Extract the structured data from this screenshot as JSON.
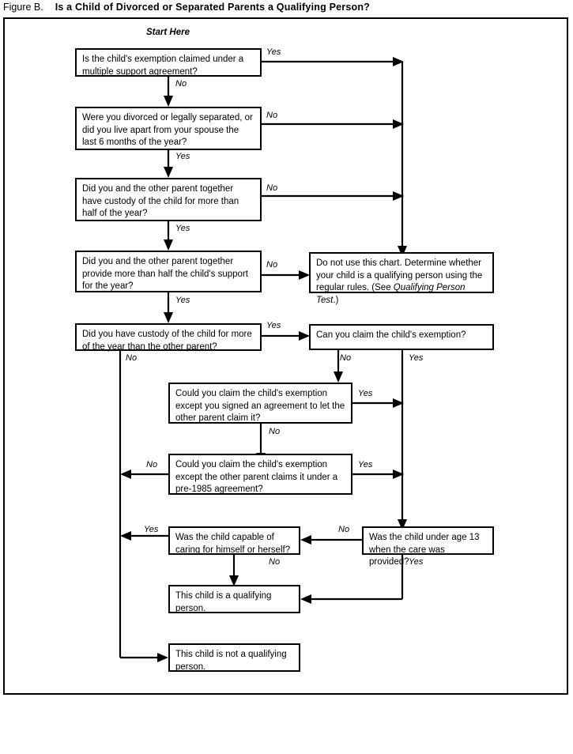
{
  "figure": {
    "label": "Figure B.",
    "headline": "Is a Child of Divorced or Separated Parents a Qualifying Person?",
    "start_label": "Start Here"
  },
  "nodes": {
    "n1": {
      "text": "Is the child's exemption claimed under a multiple support agreement?"
    },
    "n2": {
      "text": "Were you divorced or legally separated, or did you live apart from your spouse the last 6 months of the year?"
    },
    "n3": {
      "text": "Did you and the other parent together have custody of the child for more than half of the year?"
    },
    "n4": {
      "text": "Did you and the other parent together provide more than half the child's support for the year?"
    },
    "n5": {
      "text": "Did you have custody of the child for more of the year than the other parent?"
    },
    "n6": {
      "text_part1": "Do not use this chart. Determine whether your child is a qualifying person using the regular rules. (See ",
      "text_italic": "Qualifying Person Test",
      "text_part2": ".)"
    },
    "n7": {
      "text": "Can you claim the child's exemption?"
    },
    "n8": {
      "text": "Could you claim the child's exemption except you signed an agreement to let the other parent claim it?"
    },
    "n9": {
      "text": "Could you claim the child's exemption except the other parent claims it under a pre-1985 agreement?"
    },
    "n10": {
      "text": "Was the child under age 13 when the care was provided?"
    },
    "n11": {
      "text": "Was the child capable of caring for himself or herself?"
    },
    "n12": {
      "text": "This child is a qualifying person."
    },
    "n13": {
      "text": "This child is not a qualifying person."
    }
  },
  "edge_labels": {
    "e1_yes": "Yes",
    "e1_no": "No",
    "e2_no": "No",
    "e2_yes": "Yes",
    "e3_no": "No",
    "e3_yes": "Yes",
    "e4_no": "No",
    "e4_yes": "Yes",
    "e5_yes": "Yes",
    "e5_no": "No",
    "e7_no": "No",
    "e7_yes": "Yes",
    "e8_yes": "Yes",
    "e8_no": "No",
    "e9_no": "No",
    "e9_yes": "Yes",
    "e10_no": "No",
    "e10_yes": "Yes",
    "e11_yes": "Yes",
    "e11_no": "No"
  },
  "chart_data": {
    "type": "diagram",
    "title": "Figure B. Is a Child of Divorced or Separated Parents a Qualifying Person?",
    "flow": [
      {
        "id": "n1",
        "kind": "decision",
        "text": "Is the child's exemption claimed under a multiple support agreement?",
        "branches": [
          {
            "label": "Yes",
            "to": "n6"
          },
          {
            "label": "No",
            "to": "n2"
          }
        ]
      },
      {
        "id": "n2",
        "kind": "decision",
        "text": "Were you divorced or legally separated, or did you live apart from your spouse the last 6 months of the year?",
        "branches": [
          {
            "label": "No",
            "to": "n6"
          },
          {
            "label": "Yes",
            "to": "n3"
          }
        ]
      },
      {
        "id": "n3",
        "kind": "decision",
        "text": "Did you and the other parent together have custody of the child for more than half of the year?",
        "branches": [
          {
            "label": "No",
            "to": "n6"
          },
          {
            "label": "Yes",
            "to": "n4"
          }
        ]
      },
      {
        "id": "n4",
        "kind": "decision",
        "text": "Did you and the other parent together provide more than half the child's support for the year?",
        "branches": [
          {
            "label": "No",
            "to": "n6"
          },
          {
            "label": "Yes",
            "to": "n5"
          }
        ]
      },
      {
        "id": "n5",
        "kind": "decision",
        "text": "Did you have custody of the child for more of the year than the other parent?",
        "branches": [
          {
            "label": "Yes",
            "to": "n7"
          },
          {
            "label": "No",
            "to": "n13"
          }
        ]
      },
      {
        "id": "n6",
        "kind": "terminal",
        "text": "Do not use this chart. Determine whether your child is a qualifying person using the regular rules. (See Qualifying Person Test.)"
      },
      {
        "id": "n7",
        "kind": "decision",
        "text": "Can you claim the child's exemption?",
        "branches": [
          {
            "label": "No",
            "to": "n8"
          },
          {
            "label": "Yes",
            "to": "n10"
          }
        ]
      },
      {
        "id": "n8",
        "kind": "decision",
        "text": "Could you claim the child's exemption except you signed an agreement to let the other parent claim it?",
        "branches": [
          {
            "label": "Yes",
            "to": "n10"
          },
          {
            "label": "No",
            "to": "n9"
          }
        ]
      },
      {
        "id": "n9",
        "kind": "decision",
        "text": "Could you claim the child's exemption except the other parent claims it under a pre-1985 agreement?",
        "branches": [
          {
            "label": "Yes",
            "to": "n10"
          },
          {
            "label": "No",
            "to": "n13"
          }
        ]
      },
      {
        "id": "n10",
        "kind": "decision",
        "text": "Was the child under age 13 when the care was provided?",
        "branches": [
          {
            "label": "No",
            "to": "n11"
          },
          {
            "label": "Yes",
            "to": "n12"
          }
        ]
      },
      {
        "id": "n11",
        "kind": "decision",
        "text": "Was the child capable of caring for himself or herself?",
        "branches": [
          {
            "label": "Yes",
            "to": "n13"
          },
          {
            "label": "No",
            "to": "n12"
          }
        ]
      },
      {
        "id": "n12",
        "kind": "terminal",
        "text": "This child is a qualifying person."
      },
      {
        "id": "n13",
        "kind": "terminal",
        "text": "This child is not a qualifying person."
      }
    ]
  }
}
